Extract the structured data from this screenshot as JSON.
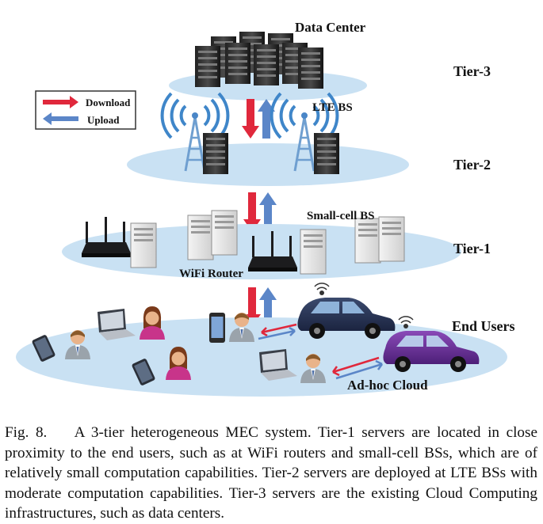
{
  "diagram": {
    "labels": {
      "data_center": "Data Center",
      "tier3": "Tier-3",
      "lte_bs": "LTE BS",
      "tier2": "Tier-2",
      "small_cell_bs": "Small-cell BS",
      "tier1": "Tier-1",
      "wifi_router": "WiFi Router",
      "end_users": "End Users",
      "adhoc_cloud": "Ad-hoc Cloud"
    },
    "legend": {
      "download": "Download",
      "upload": "Upload",
      "download_color": "#e0283c",
      "upload_color": "#5b86c8"
    },
    "platform_color": "#c9e1f3"
  },
  "caption": {
    "prefix": "Fig. 8.",
    "text": "A 3-tier heterogeneous MEC system. Tier-1 servers are located in close proximity to the end users, such as at WiFi routers and small-cell BSs, which are of relatively small computation capabilities. Tier-2 servers are deployed at LTE BSs with moderate computation capabilities. Tier-3 servers are the existing Cloud Computing infrastructures, such as data centers."
  }
}
